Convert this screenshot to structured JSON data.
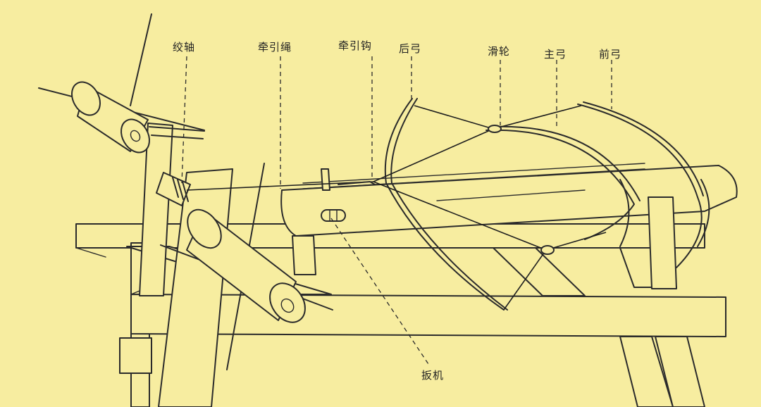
{
  "labels": {
    "winch_axle": "绞轴",
    "pull_rope": "牵引绳",
    "pull_hook": "牵引钩",
    "rear_bow": "后弓",
    "pulley": "滑轮",
    "main_bow": "主弓",
    "front_bow": "前弓",
    "trigger": "扳机"
  }
}
